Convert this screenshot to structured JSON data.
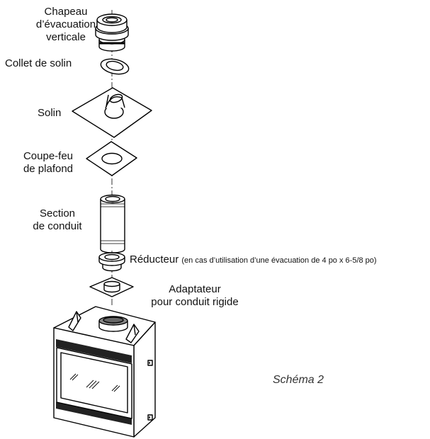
{
  "labels": {
    "cap_1": "Chapeau",
    "cap_2": "d’évacuation",
    "cap_3": "verticale",
    "collar": "Collet de solin",
    "flashing": "Solin",
    "firestop_1": "Coupe-feu",
    "firestop_2": "de plafond",
    "pipe_1": "Section",
    "pipe_2": "de conduit",
    "reducer": "Réducteur",
    "reducer_note": "(en cas d’utilisation d’une évacuation de 4 po x 6-5/8 po)",
    "adapter_1": "Adaptateur",
    "adapter_2": "pour conduit rigide"
  },
  "caption": "Schéma 2"
}
